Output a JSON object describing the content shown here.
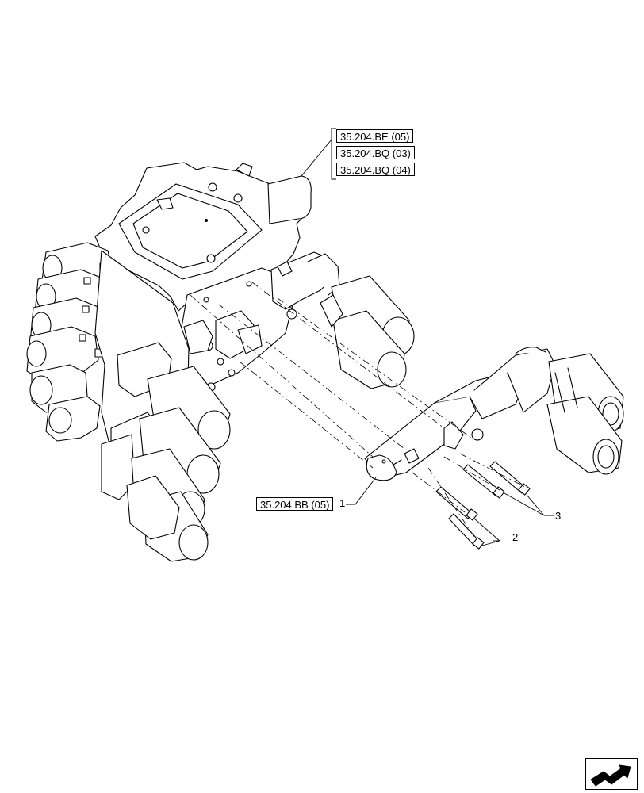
{
  "references": {
    "top": [
      "35.204.BE (05)",
      "35.204.BQ (03)",
      "35.204.BQ (04)"
    ],
    "bracket": "35.204.BB (05)"
  },
  "callouts": [
    "1",
    "2",
    "3"
  ],
  "icons": {
    "nav": "next-page-arrow-icon"
  },
  "colors": {
    "line": "#000000",
    "background": "#ffffff"
  }
}
